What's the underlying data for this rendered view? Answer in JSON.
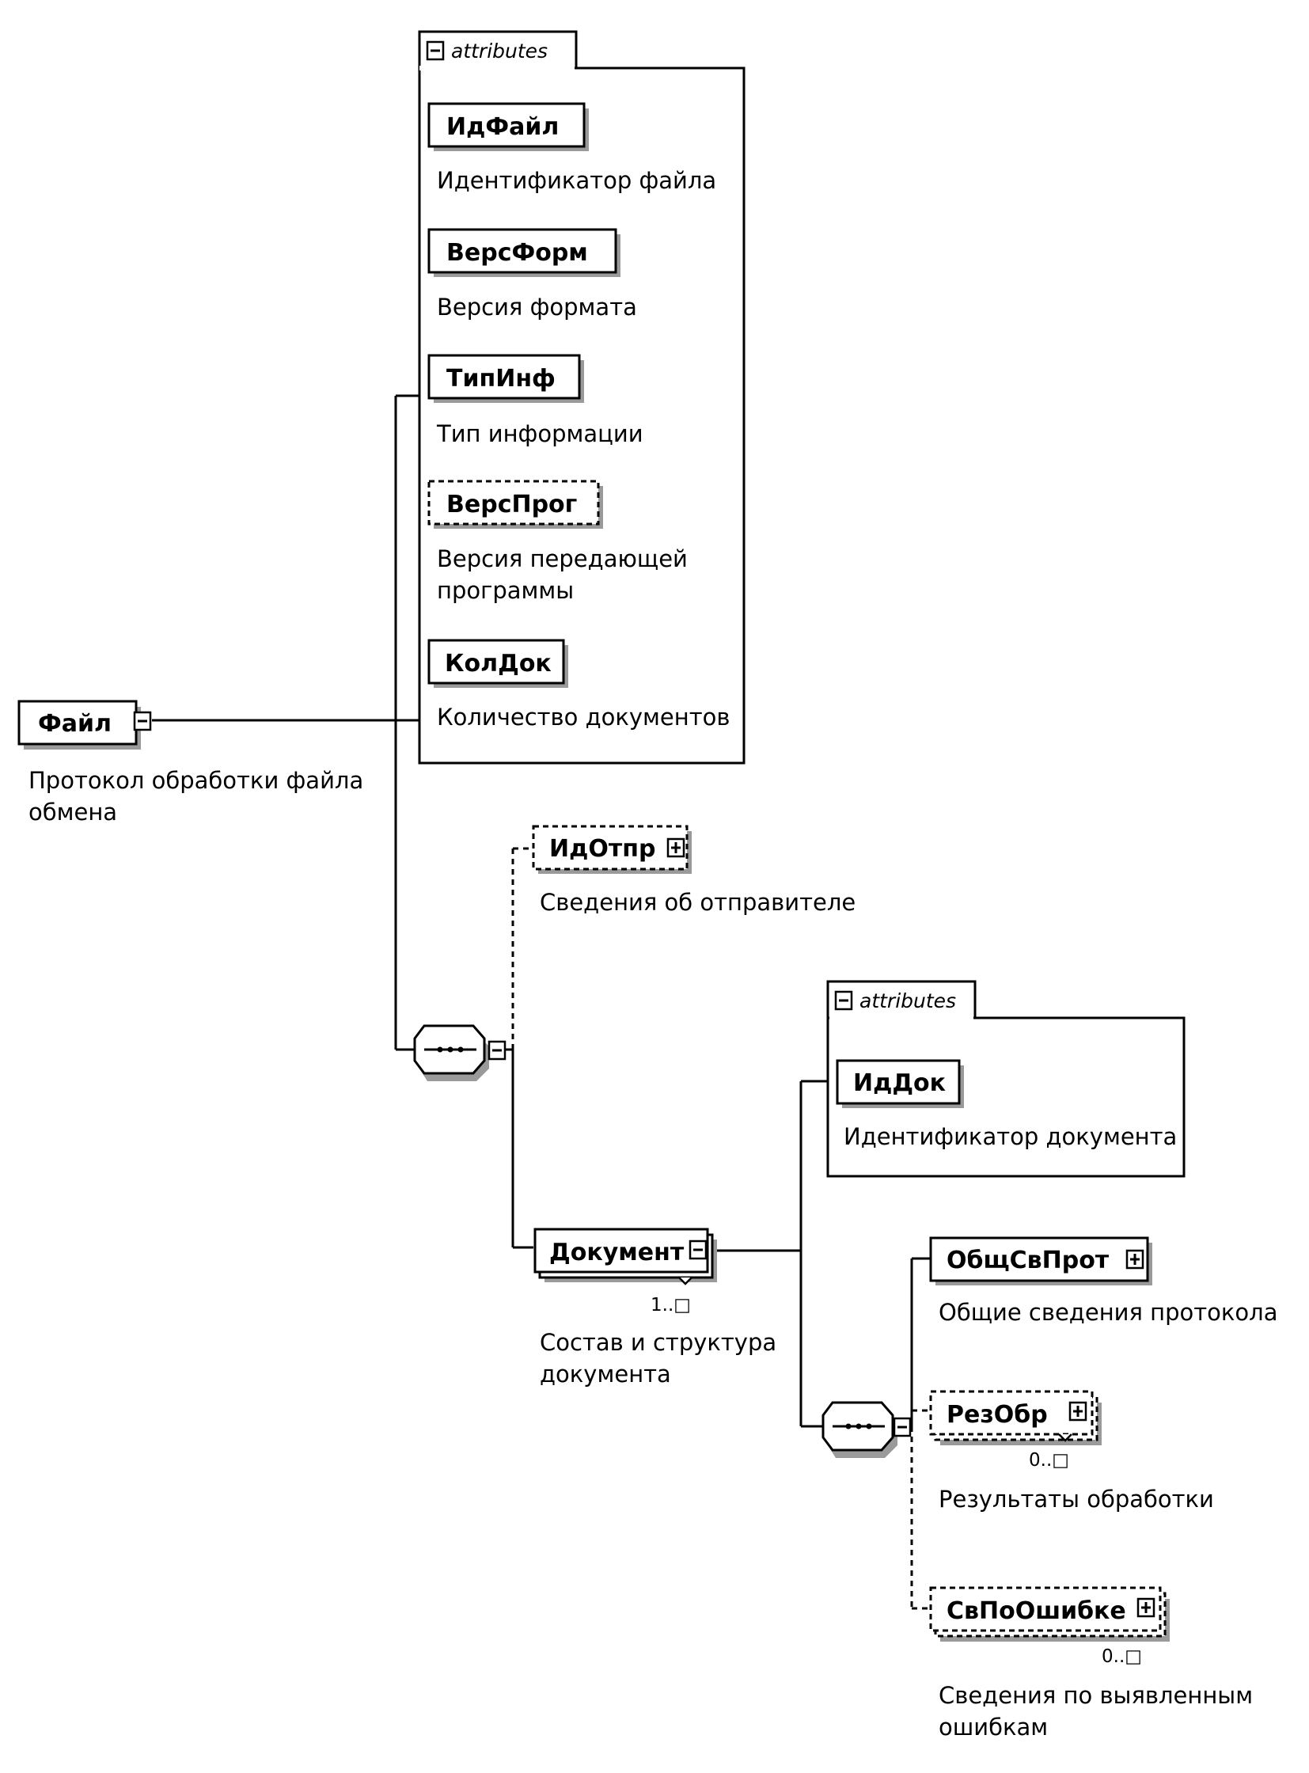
{
  "root": {
    "name": "Файл",
    "description_line1": "Протокол обработки файла",
    "description_line2": "обмена"
  },
  "root_attributes": {
    "tab_label": "attributes",
    "items": [
      {
        "name": "ИдФайл",
        "optional": false,
        "description_line1": "Идентификатор файла",
        "description_line2": ""
      },
      {
        "name": "ВерсФорм",
        "optional": false,
        "description_line1": "Версия формата",
        "description_line2": ""
      },
      {
        "name": "ТипИнф",
        "optional": false,
        "description_line1": "Тип информации",
        "description_line2": ""
      },
      {
        "name": "ВерсПрог",
        "optional": true,
        "description_line1": "Версия передающей",
        "description_line2": "программы"
      },
      {
        "name": "КолДок",
        "optional": false,
        "description_line1": "Количество документов",
        "description_line2": ""
      }
    ]
  },
  "sender": {
    "name": "ИдОтпр",
    "optional": true,
    "description": "Сведения об отправителе"
  },
  "document": {
    "name": "Документ",
    "occurrence": "1..□",
    "description_line1": "Состав и структура",
    "description_line2": "документа"
  },
  "document_attributes": {
    "tab_label": "attributes",
    "items": [
      {
        "name": "ИдДок",
        "optional": false,
        "description": "Идентификатор документа"
      }
    ]
  },
  "document_children": [
    {
      "name": "ОбщСвПрот",
      "optional": false,
      "occurrence": "",
      "description_line1": "Общие сведения протокола",
      "description_line2": ""
    },
    {
      "name": "РезОбр",
      "optional": true,
      "occurrence": "0..□",
      "description_line1": "Результаты обработки",
      "description_line2": ""
    },
    {
      "name": "СвПоОшибке",
      "optional": true,
      "occurrence": "0..□",
      "description_line1": "Сведения по выявленным",
      "description_line2": "ошибкам"
    }
  ]
}
